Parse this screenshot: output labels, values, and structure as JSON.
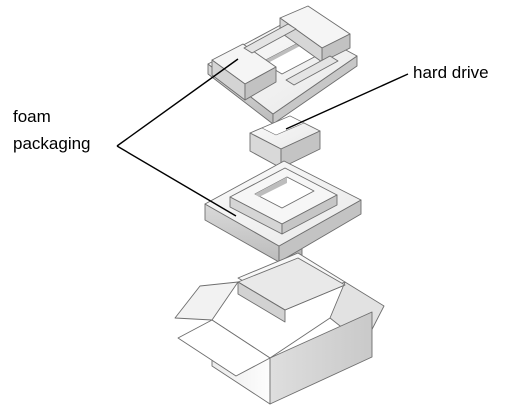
{
  "labels": {
    "hard_drive": "hard drive",
    "foam_packaging_line1": "foam",
    "foam_packaging_line2": "packaging"
  },
  "colors": {
    "stroke": "#6e6e6e",
    "foam_top": "#f3f3f3",
    "foam_side": "#d8d8d8",
    "foam_dark": "#bdbdbd",
    "box_light": "#f7f7f7",
    "box_mid": "#e6e6e6",
    "box_dark": "#cfcfcf",
    "leader_line": "#000000"
  }
}
